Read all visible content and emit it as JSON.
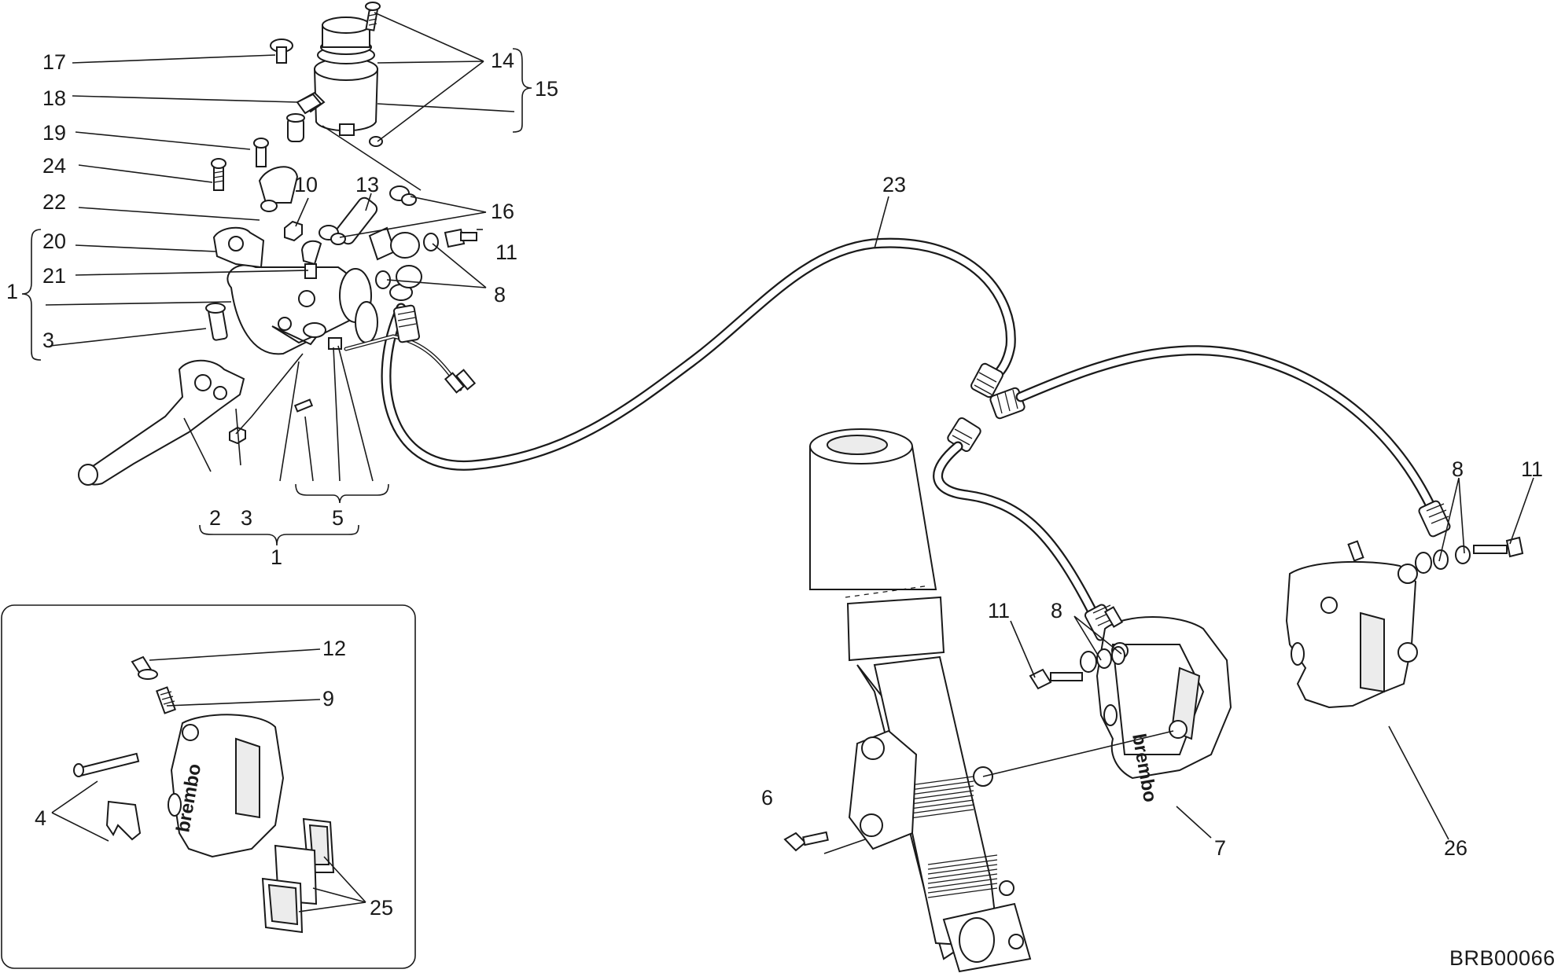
{
  "drawing_code": "BRB00066",
  "brand_marking": "brembo",
  "labels": {
    "n1_group": "1",
    "n1_bottom": "1",
    "n2": "2",
    "n3_left": "3",
    "n3_bottom": "3",
    "n4": "4",
    "n5": "5",
    "n6": "6",
    "n7": "7",
    "n8_a": "8",
    "n8_b": "8",
    "n8_c": "8",
    "n9": "9",
    "n10": "10",
    "n11_a": "11",
    "n11_b": "11",
    "n11_c": "11",
    "n12": "12",
    "n13": "13",
    "n14": "14",
    "n15": "15",
    "n16": "16",
    "n17": "17",
    "n18": "18",
    "n19": "19",
    "n20": "20",
    "n21": "21",
    "n22": "22",
    "n23": "23",
    "n24": "24",
    "n25": "25",
    "n26": "26"
  }
}
